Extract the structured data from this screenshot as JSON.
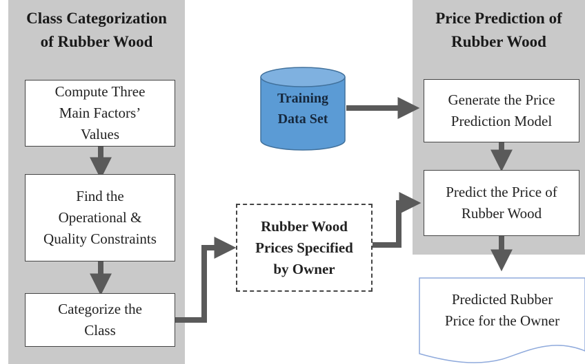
{
  "left_panel": {
    "title_line1": "Class Categorization",
    "title_line2": "of Rubber Wood",
    "steps": [
      {
        "line1": "Compute Three",
        "line2": "Main Factors’",
        "line3": "Values"
      },
      {
        "line1": "Find the",
        "line2": "Operational &",
        "line3": "Quality Constraints"
      },
      {
        "line1": "Categorize the",
        "line2": "Class"
      }
    ]
  },
  "right_panel": {
    "title_line1": "Price Prediction of",
    "title_line2": "Rubber Wood",
    "steps": [
      {
        "line1": "Generate the Price",
        "line2": "Prediction Model"
      },
      {
        "line1": "Predict the Price of",
        "line2": "Rubber Wood"
      }
    ]
  },
  "training_data": {
    "line1": "Training",
    "line2": "Data Set"
  },
  "owner_prices": {
    "line1": "Rubber Wood",
    "line2": "Prices Specified",
    "line3": "by Owner"
  },
  "output_document": {
    "line1": "Predicted Rubber",
    "line2": "Price for the Owner"
  },
  "colors": {
    "panel_gray": "#c9c9c9",
    "arrow_gray": "#5a5a5a",
    "cylinder_blue": "#5b9bd5",
    "cylinder_stroke": "#41719c",
    "document_stroke": "#8faadc"
  }
}
